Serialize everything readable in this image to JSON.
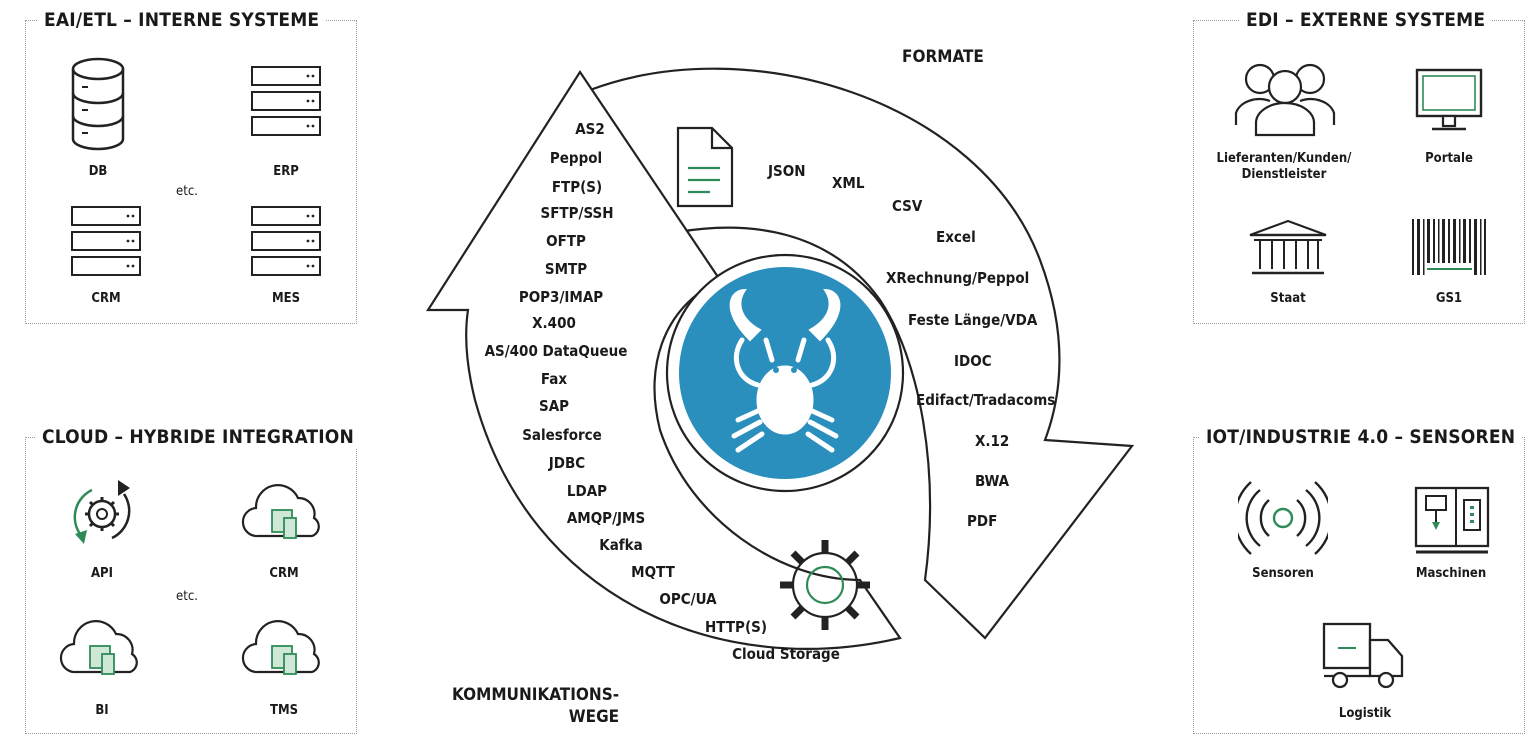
{
  "boxes": {
    "eai": {
      "title": "EAI/ETL – INTERNE SYSTEME",
      "items": {
        "db": "DB",
        "erp": "ERP",
        "crm": "CRM",
        "mes": "MES",
        "etc": "etc."
      }
    },
    "cloud": {
      "title": "CLOUD – HYBRIDE INTEGRATION",
      "items": {
        "api": "API",
        "crm": "CRM",
        "bi": "BI",
        "tms": "TMS",
        "etc": "etc."
      }
    },
    "edi": {
      "title": "EDI – EXTERNE SYSTEME",
      "items": {
        "partners": "Lieferanten/Kunden/\nDienstleister",
        "portale": "Portale",
        "staat": "Staat",
        "gs1": "GS1"
      }
    },
    "iot": {
      "title": "IOT/INDUSTRIE 4.0 – SENSOREN",
      "items": {
        "sensoren": "Sensoren",
        "maschinen": "Maschinen",
        "logistik": "Logistik"
      }
    }
  },
  "cycle": {
    "formate_heading": "FORMATE",
    "kommunikation_heading_line1": "KOMMUNIKATIONS-",
    "kommunikation_heading_line2": "WEGE",
    "formate": [
      "JSON",
      "XML",
      "CSV",
      "Excel",
      "XRechnung/Peppol",
      "Feste Länge/VDA",
      "IDOC",
      "Edifact/Tradacoms",
      "X.12",
      "BWA",
      "PDF"
    ],
    "kommunikation": [
      "AS2",
      "Peppol",
      "FTP(S)",
      "SFTP/SSH",
      "OFTP",
      "SMTP",
      "POP3/IMAP",
      "X.400",
      "AS/400 DataQueue",
      "Fax",
      "SAP",
      "Salesforce",
      "JDBC",
      "LDAP",
      "AMQP/JMS",
      "Kafka",
      "MQTT",
      "OPC/UA",
      "HTTP(S)",
      "Cloud Storage"
    ]
  },
  "colors": {
    "accent": "#2a8fbd",
    "green": "#2e8b57",
    "line": "#222222",
    "border": "#9a9a9a"
  },
  "icons": [
    "database-icon",
    "server-stack-icon",
    "gear-cycle-icon",
    "cloud-devices-icon",
    "people-group-icon",
    "monitor-icon",
    "government-building-icon",
    "barcode-icon",
    "sensor-waves-icon",
    "machine-icon",
    "truck-icon",
    "document-icon",
    "gear-icon",
    "crab-logo-icon"
  ]
}
